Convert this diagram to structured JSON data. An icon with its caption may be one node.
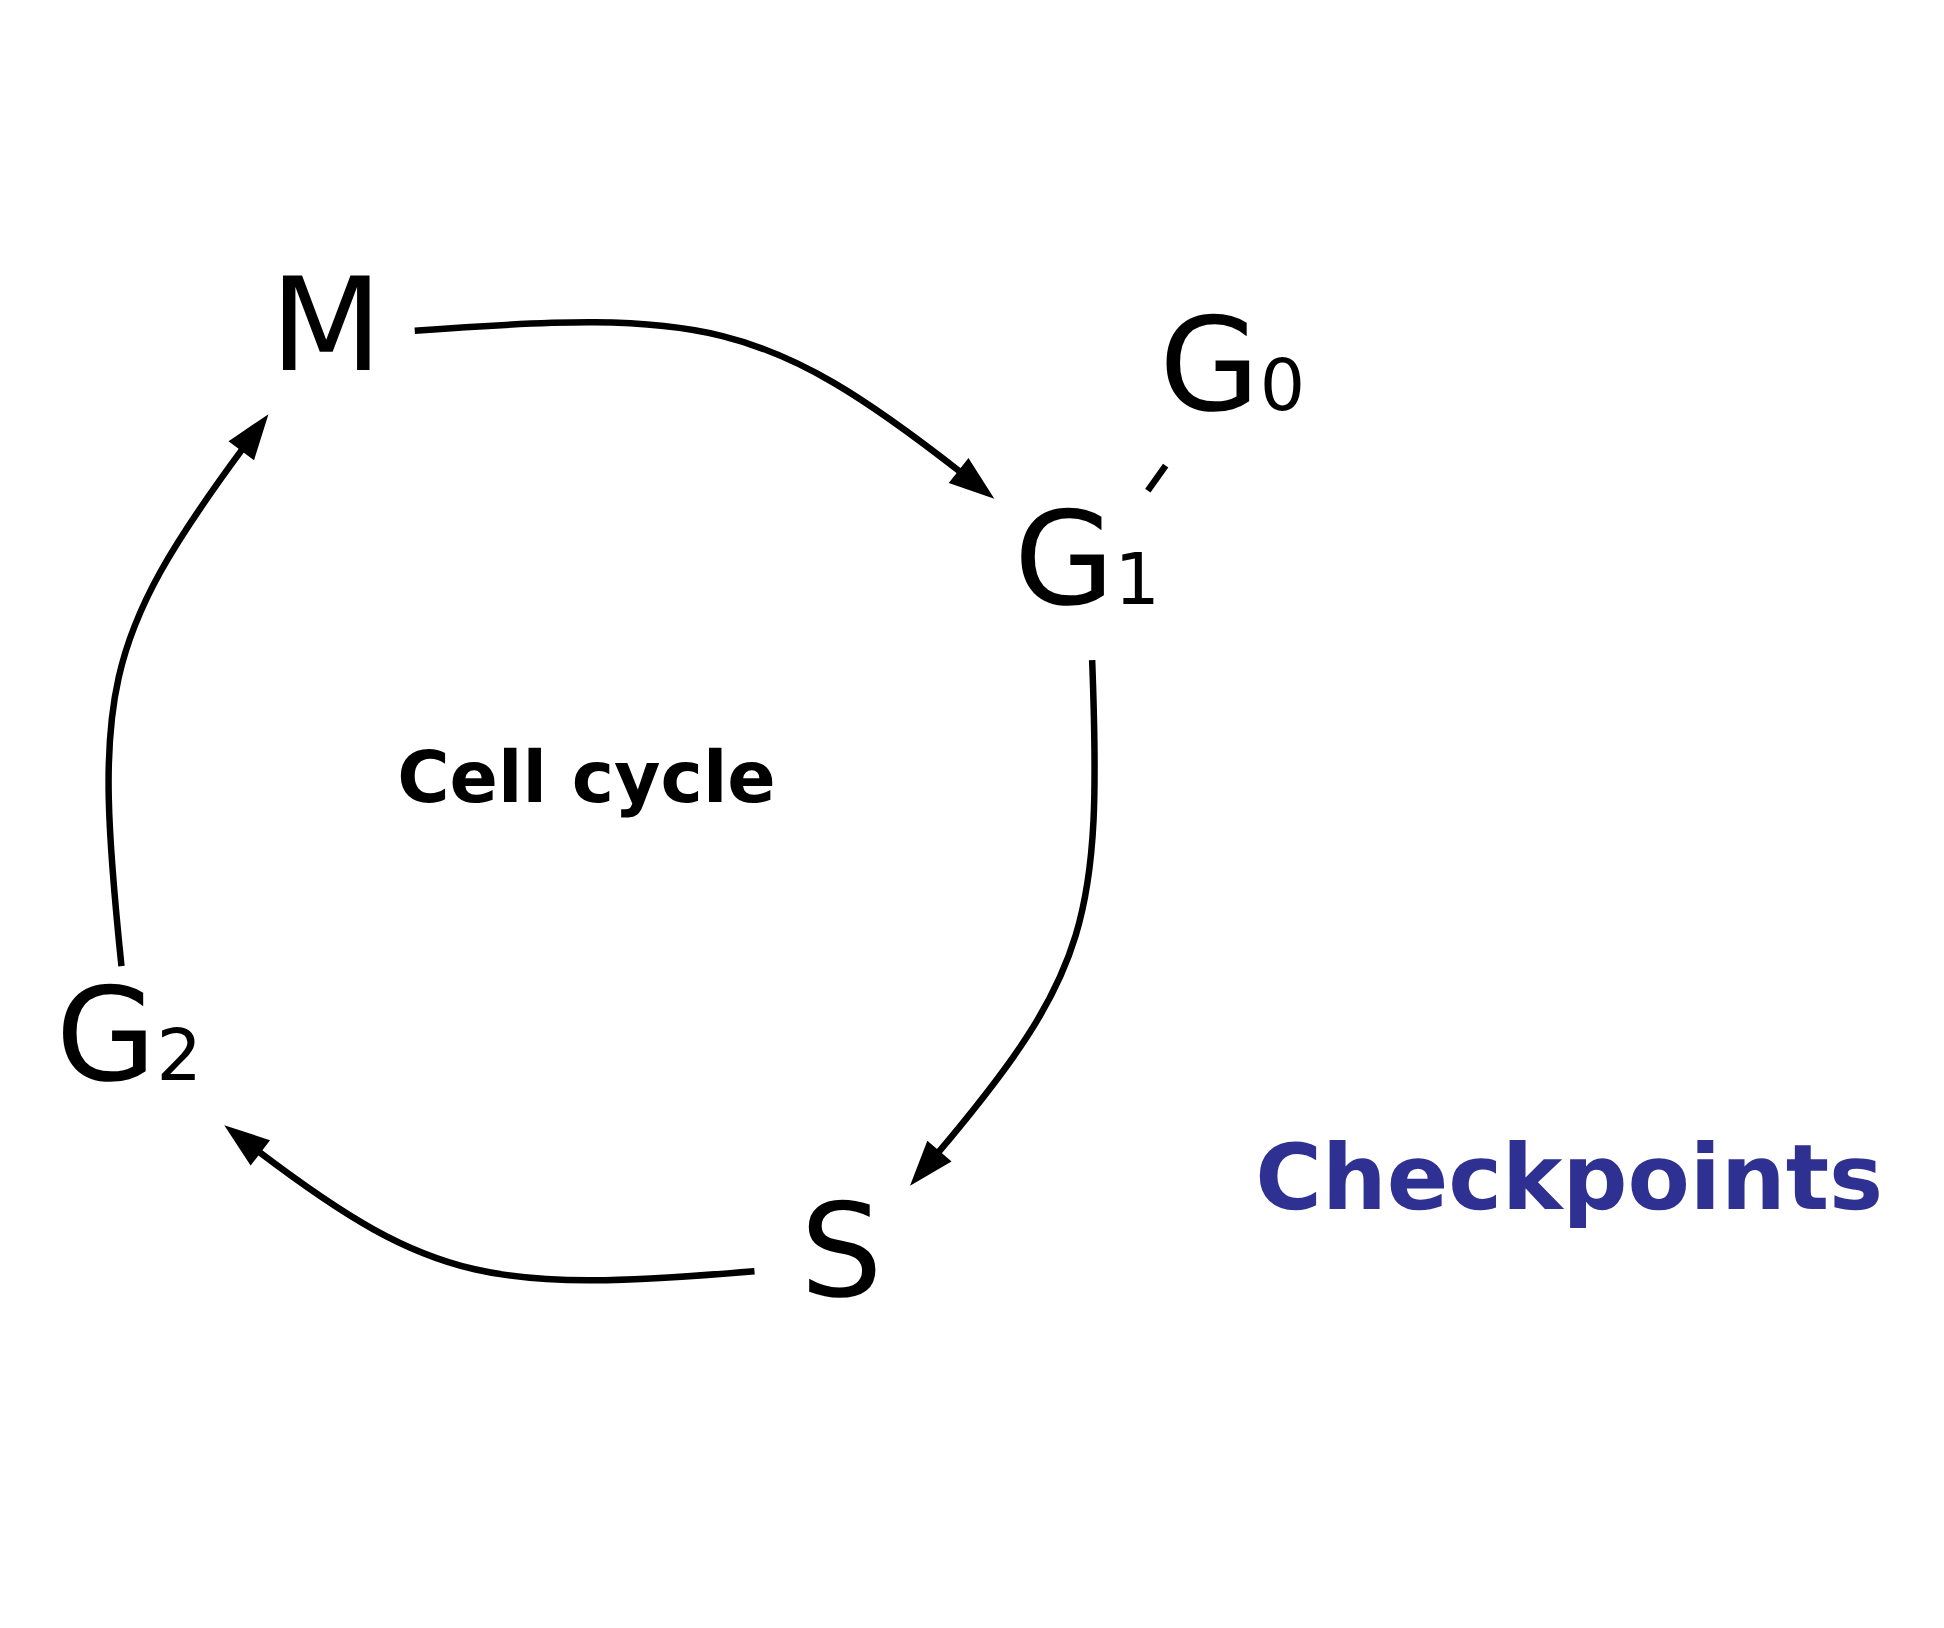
{
  "diagram": {
    "nodes": [
      {
        "text": [
          "G$_{0}$"
        ]
      },
      {
        "text": [
          "G$_{1}$"
        ]
      },
      {
        "text": [
          "S"
        ]
      },
      {
        "text": [
          "G$_{2}$"
        ]
      },
      {
        "text": [
          "M"
        ]
      }
    ],
    "edges": [
      {
        "from": 0,
        "to": 1,
        "arrow": "none"
      },
      {
        "from": 1,
        "to": 2,
        "arrow": "to"
      },
      {
        "from": 2,
        "to": 3,
        "arrow": "to"
      },
      {
        "from": 3,
        "to": 4,
        "arrow": "to"
      },
      {
        "from": 4,
        "to": 1,
        "arrow": "to"
      }
    ],
    "labels": [
      "Checkpoints",
      "Cell cycle"
    ]
  }
}
